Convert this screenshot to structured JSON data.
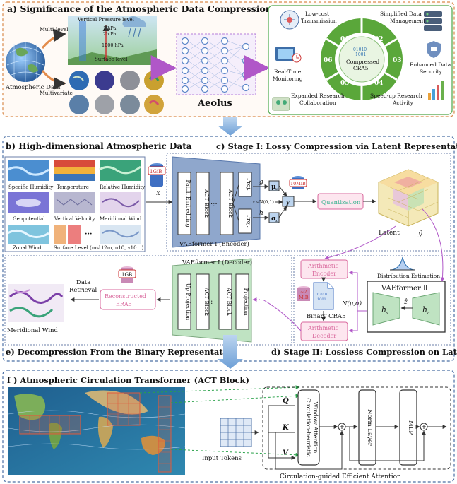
{
  "panel_a": {
    "title": "a)  Significance of the Atmospheric Data Compression",
    "atmos_data": "Atmospheric Data",
    "multi_level": "Multi-level",
    "multivariate": "Multivariate",
    "pressure_title": "Vertical Pressure level",
    "pressure_lines": [
      "1 hPa",
      "2h Pa",
      "......",
      "1000 hPa"
    ],
    "surface_level": "Surface level",
    "aeolus": "Aeolus",
    "center": {
      "code1": "01010",
      "code2": "1001",
      "label1": "Compressed",
      "label2": "CRA5"
    },
    "segments": [
      "01",
      "02",
      "03",
      "04",
      "05",
      "06"
    ],
    "benefits": {
      "low_cost": [
        "Low-cost",
        "Transmission"
      ],
      "simplified": [
        "Simplified Data",
        "Management"
      ],
      "security": [
        "Enhanced Data",
        "Security"
      ],
      "speedup": [
        "Speed-up Research",
        "Activity"
      ],
      "collab": [
        "Expanded Research",
        "Collaboration"
      ],
      "realtime": [
        "Real-Time",
        "Monitoring"
      ]
    }
  },
  "panel_b": {
    "title": "b)  High-dimensional Atmospheric  Data",
    "tiles": [
      "Specific Humidity",
      "Temperature",
      "Relative Humidity",
      "Geopotential",
      "Vertical Velocity",
      "Meridional Wind",
      "Zonal Wind",
      "Surface Level (msl t2m, u10, v10…)"
    ],
    "dots": "···"
  },
  "panel_c": {
    "title": "c)  Stage I: Lossy Compression via Latent Representation",
    "size_in": "1GiB",
    "x_var": "x",
    "encoder_blocks": [
      "Patch Embedding",
      "ACT Block",
      "ACT Block"
    ],
    "proj": "Proj.",
    "g_var": "g",
    "h_var": "h",
    "mu": "μ",
    "mu_sub": "x",
    "sigma": "σ",
    "sigma_sub": "x",
    "eps": "ε~N(0,1)",
    "y": "y",
    "size_latent": "10MiB",
    "quant": "Quantization",
    "latent": "Latent",
    "yhat": "ŷ",
    "encoder_label": "VAEformer I (Encoder)"
  },
  "panel_d": {
    "title": "d)  Stage II: Lossless Compression on Latent",
    "arith_enc": [
      "Arithmetic",
      "Encoder"
    ],
    "arith_dec": [
      "Arithmetic",
      "Decoder"
    ],
    "binary_size": [
      "~2",
      "MiB"
    ],
    "binary_label": "Binary CRA5",
    "dist_est": "Distribution Estimation",
    "vae2": "VAEformer Ⅱ",
    "hs": "h",
    "hs_sub": "s",
    "ha": "h",
    "ha_sub": "a",
    "zhat": "ẑ",
    "normal": "N(μ,σ)"
  },
  "panel_e": {
    "title": "e)  Decompression From the Binary Representation",
    "decoder_label": "VAEformer I (Decoder)",
    "decoder_blocks": [
      "Up Projection",
      "ACT Block",
      "ACT Block",
      "Projection"
    ],
    "size_out": "1GB",
    "reconstructed": [
      "Reconstructed",
      "ERA5"
    ],
    "retrieval": [
      "Data",
      "Retrieval"
    ],
    "meridional": "Meridional Wind"
  },
  "panel_f": {
    "title": "f )  Atmospheric Circulation Transformer (ACT Block)",
    "input_tokens": "Input Tokens",
    "attention": [
      "Circulation-heuristic",
      "Window Attention"
    ],
    "q": "Q",
    "k": "K",
    "v": "V",
    "norm": "Norm Layer",
    "mlp": "MLP",
    "caption": "Circulation-guided Efficient Attention"
  },
  "colors": {
    "frame_orange": "#d98a4b",
    "frame_blue": "#4a6fa5",
    "trapezoid": "#8fa7cc",
    "trapezoid_green": "#bfe3c2",
    "pink": "#d9679c",
    "teal": "#35b28e",
    "wheel": "#58a83a",
    "purple_arrow": "#b057c8",
    "flow_arrow": "#7ba7d8"
  }
}
